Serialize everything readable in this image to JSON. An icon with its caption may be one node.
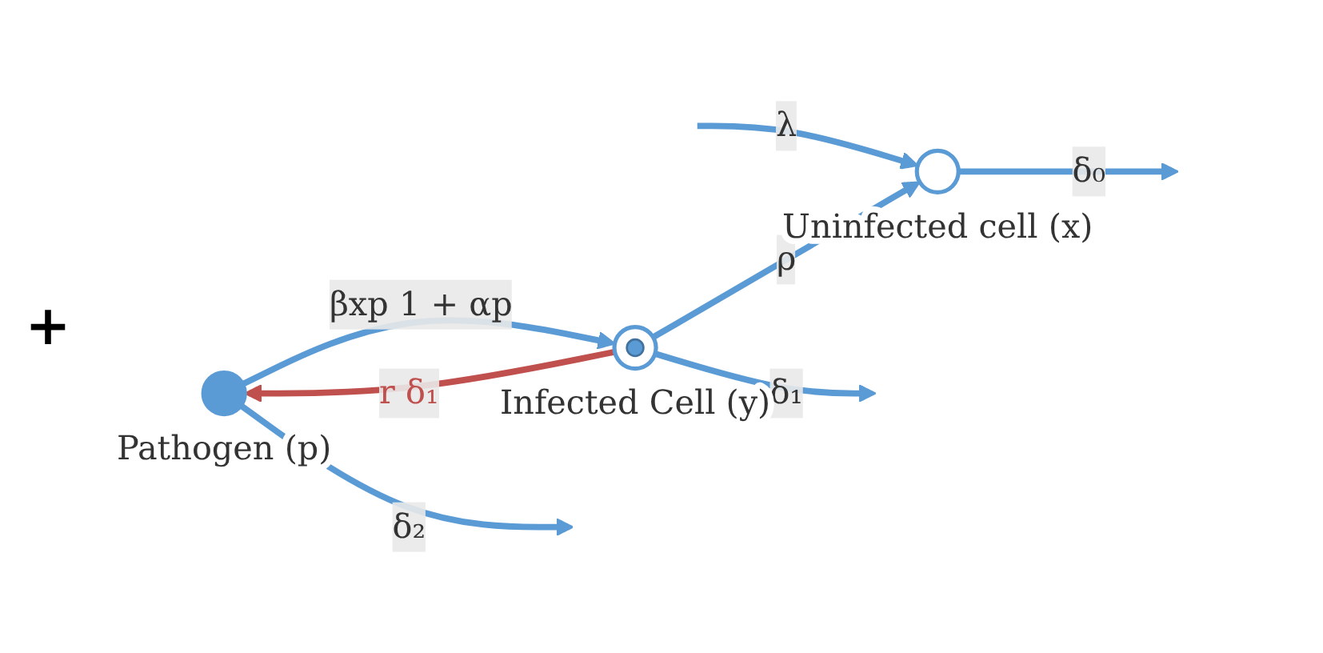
{
  "diagram": {
    "nodes": [
      {
        "text": [],
        "shape": "circle",
        "beside": [
          "Uninfected cell (x)"
        ]
      },
      {
        "text": [],
        "shape": "circle",
        "beside": [
          "Pathogen (p)"
        ]
      },
      {
        "text": [],
        "shape": "circle",
        "beside": [
          "Infected Cell (y)"
        ]
      }
    ],
    "edges": [
      {
        "from": null,
        "to": 0,
        "arrow": "to",
        "label": "λ"
      },
      {
        "from": 0,
        "to": null,
        "arrow": "to",
        "label": "δ₀"
      },
      {
        "from": 1,
        "to": null,
        "arrow": "to",
        "label": "δ₂"
      },
      {
        "from": 1,
        "to": 2,
        "arrow": "to",
        "label": "βxp 1 + αp"
      },
      {
        "from": 2,
        "to": 0,
        "arrow": "to",
        "label": "ρ"
      },
      {
        "from": 2,
        "to": 1,
        "arrow": "to",
        "label": "r δ₁",
        "color": "#c0504d"
      },
      {
        "from": 2,
        "to": null,
        "arrow": "to",
        "label": "δ₁"
      }
    ],
    "labels": [
      "+"
    ]
  }
}
